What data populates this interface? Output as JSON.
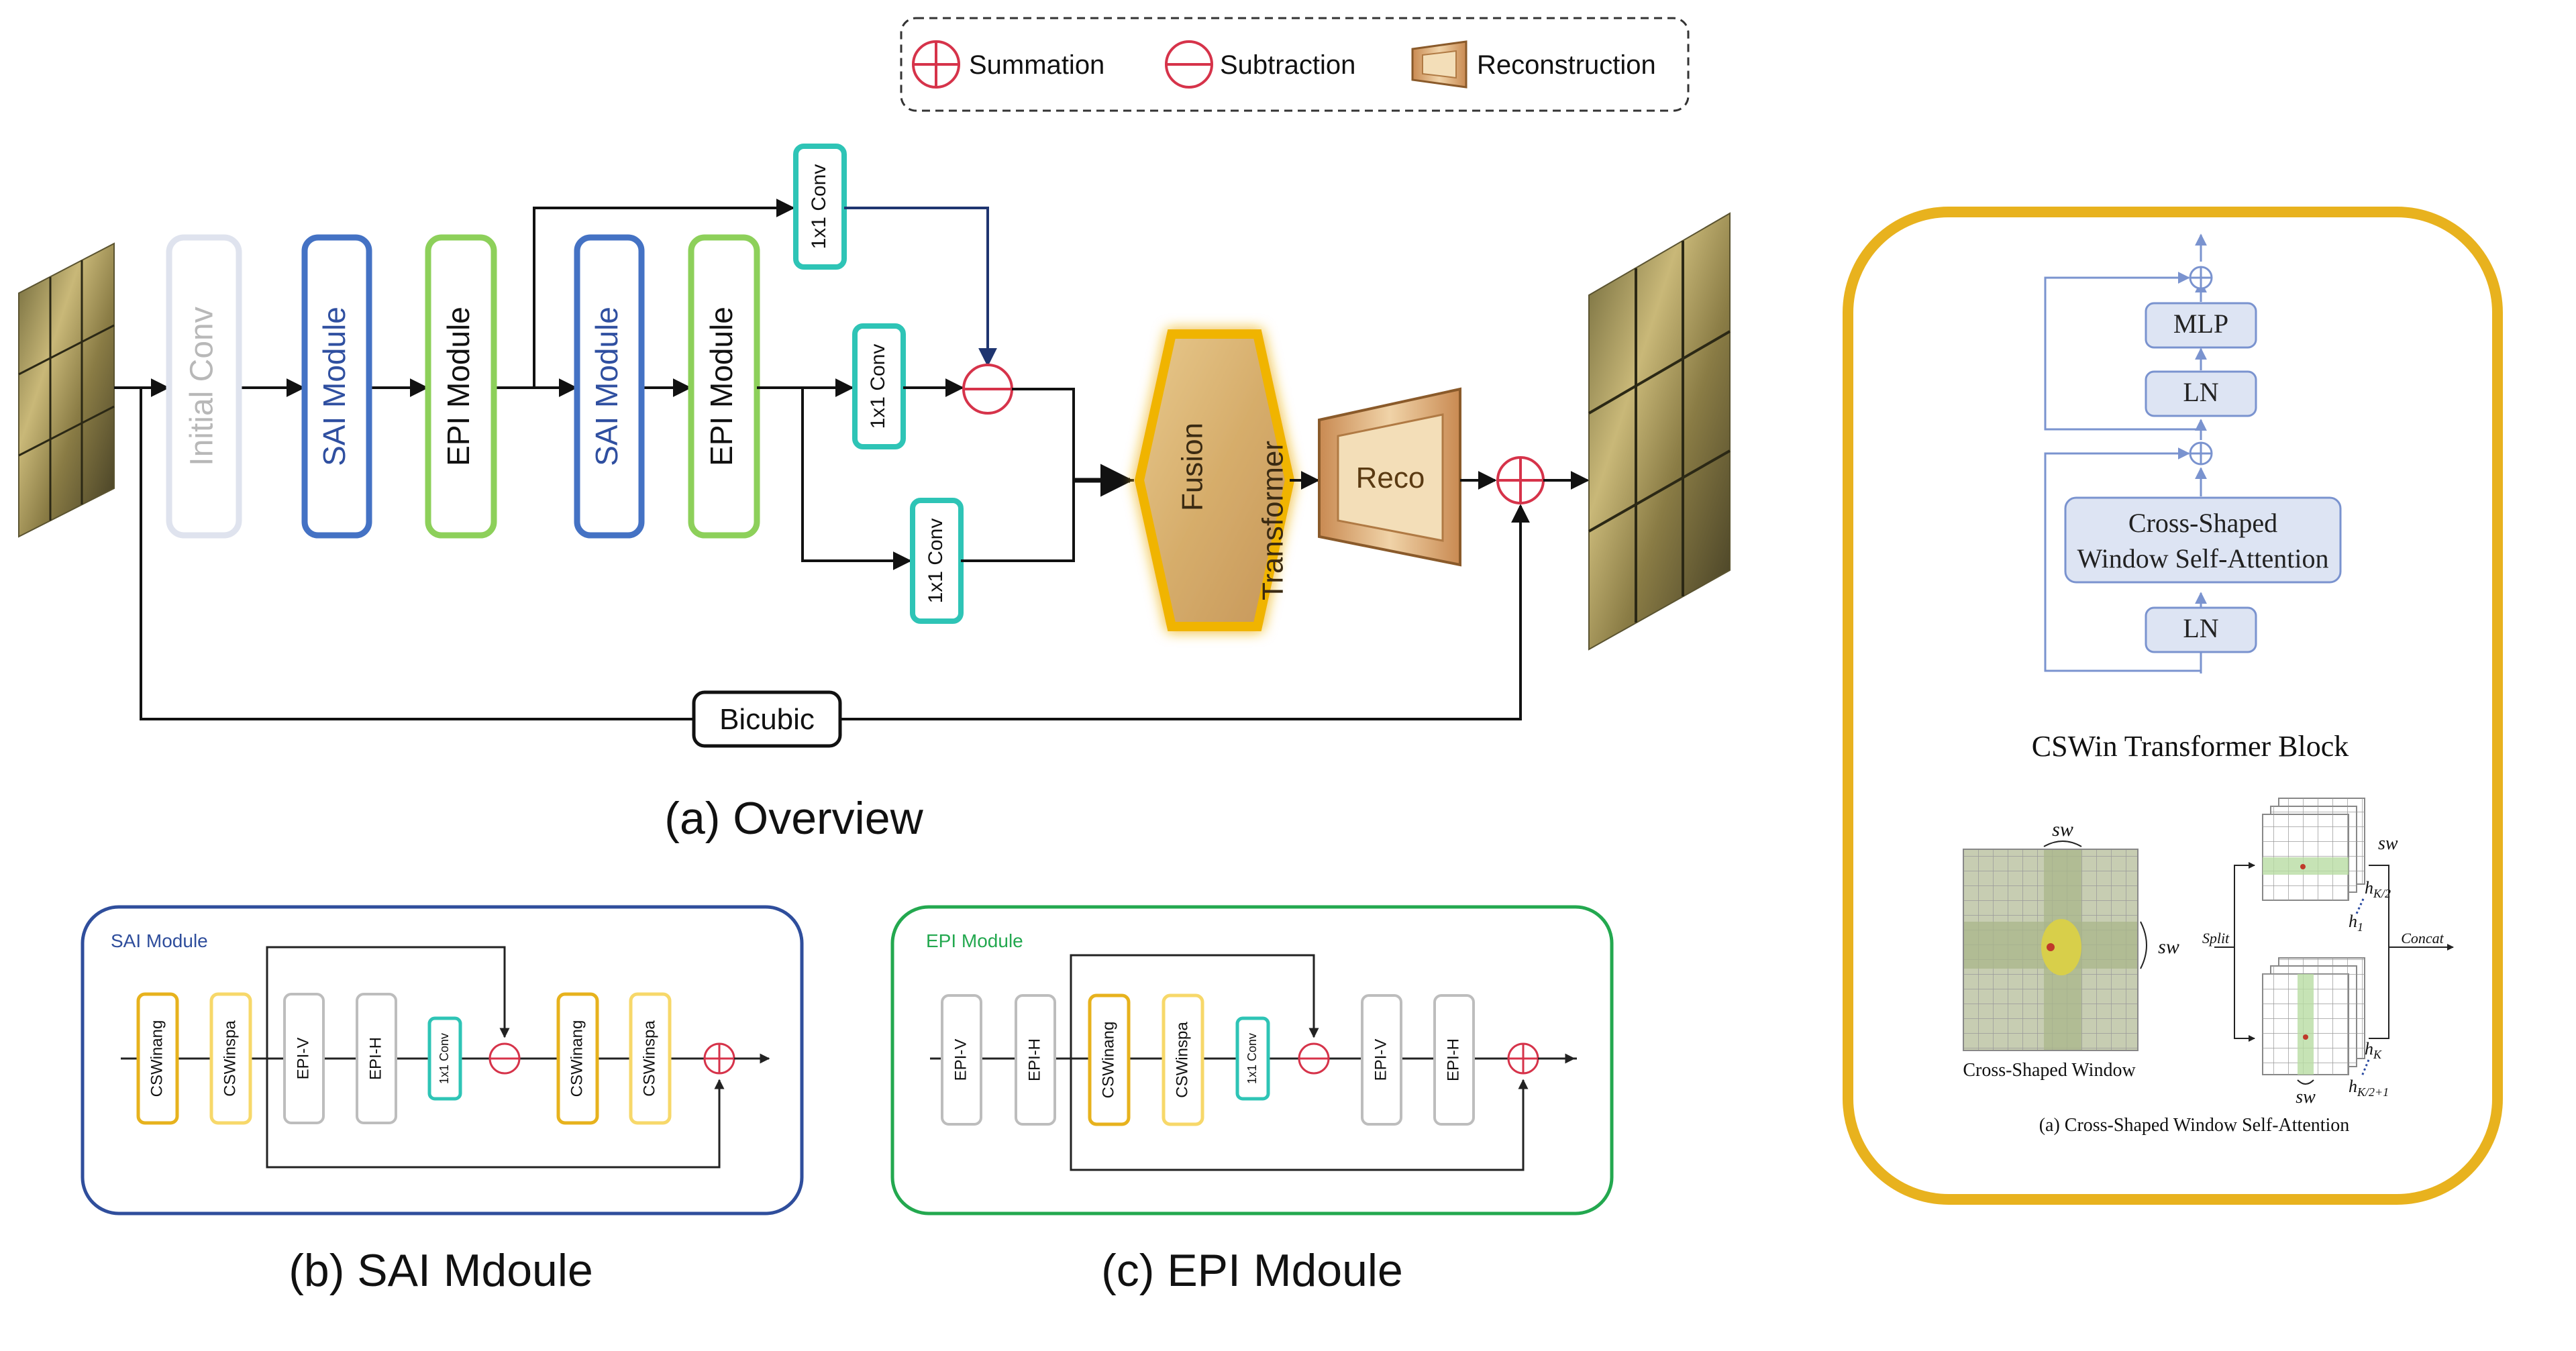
{
  "legend": {
    "summation": "Summation",
    "subtraction": "Subtraction",
    "reconstruction": "Reconstruction"
  },
  "overview": {
    "caption": "(a) Overview",
    "initial_conv": "Initial Conv",
    "sai_module": "SAI Module",
    "epi_module": "EPI Module",
    "conv1x1": "1x1 Conv",
    "fusion_line1": "Fusion",
    "fusion_line2": "Transformer",
    "reco": "Reco",
    "bicubic": "Bicubic"
  },
  "sai_panel": {
    "title": "SAI Module",
    "caption": "(b) SAI Mdoule",
    "blocks": [
      "CSWinang",
      "CSWinspa",
      "EPI-V",
      "EPI-H",
      "1x1 Conv",
      "CSWinang",
      "CSWinspa"
    ]
  },
  "epi_panel": {
    "title": "EPI Module",
    "caption": "(c) EPI Mdoule",
    "blocks": [
      "EPI-V",
      "EPI-H",
      "CSWinang",
      "CSWinspa",
      "1x1 Conv",
      "EPI-V",
      "EPI-H"
    ]
  },
  "cswin": {
    "mlp": "MLP",
    "ln": "LN",
    "attention_line1": "Cross-Shaped",
    "attention_line2": "Window Self-Attention",
    "block_caption": "CSWin Transformer Block",
    "sw": "sw",
    "split": "Split",
    "concat": "Concat",
    "h_k2": "h",
    "h_k2_sub": "K/2",
    "h_1": "h",
    "h_1_sub": "1",
    "h_k": "h",
    "h_k_sub": "K",
    "h_k21": "h",
    "h_k21_sub": "K/2+1",
    "window_caption": "Cross-Shaped Window",
    "sub_caption": "(a) Cross-Shaped Window Self-Attention"
  },
  "colors": {
    "initial_conv": "#dfe3ee",
    "sai": "#4472c4",
    "sai_text": "#2f4fa0",
    "epi": "#8dd05a",
    "conv": "#2ec4b6",
    "op": "#d6334a",
    "fusion_border": "#f0b400",
    "cswin_border": "#e8b21e",
    "cswin_blue": "#7a93cf",
    "sai_panel_border": "#2f4e9c",
    "epi_panel_border": "#23a84f",
    "cswinang": "#e7b21d",
    "cswinspa": "#f7d86a",
    "grey_block": "#bdbdbd"
  }
}
